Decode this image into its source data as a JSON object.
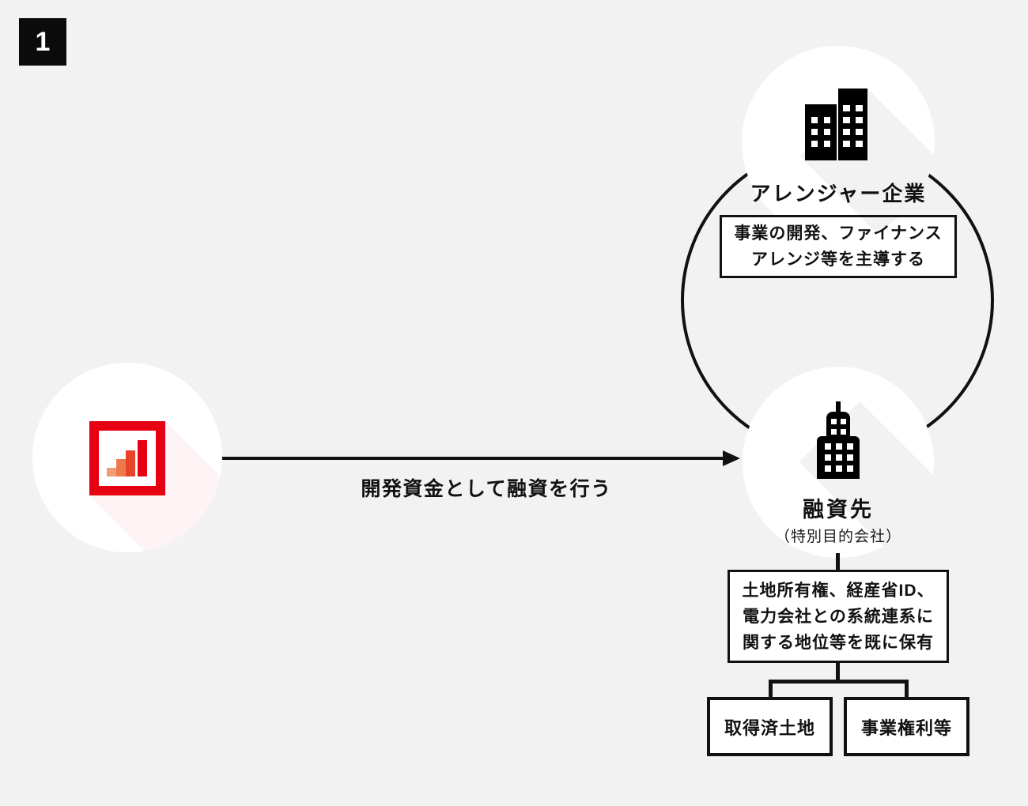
{
  "page": {
    "step_badge": "1",
    "background": "#F2F2F2"
  },
  "flow": {
    "arrow_label": "開発資金として融資を行う"
  },
  "arranger": {
    "label": "アレンジャー企業",
    "note": [
      "事業の開発、ファイナンス",
      "アレンジ等を主導する"
    ]
  },
  "borrower": {
    "label": "融資先",
    "sublabel": "（特別目的会社）",
    "holdings_note": [
      "土地所有権、経産省ID、",
      "電力会社との系統連系に",
      "関する地位等を既に保有"
    ],
    "assets": [
      "取得済土地",
      "事業権利等"
    ]
  },
  "icons": {
    "lender": "bar-chart-logo-icon",
    "arranger": "office-buildings-icon",
    "borrower": "corporate-tower-icon"
  },
  "colors": {
    "accent_red": "#E60012",
    "bar_light": "#F09C75",
    "bar_medium": "#ED7A4B",
    "bar_dark": "#E8432B",
    "line_black": "#111111"
  }
}
